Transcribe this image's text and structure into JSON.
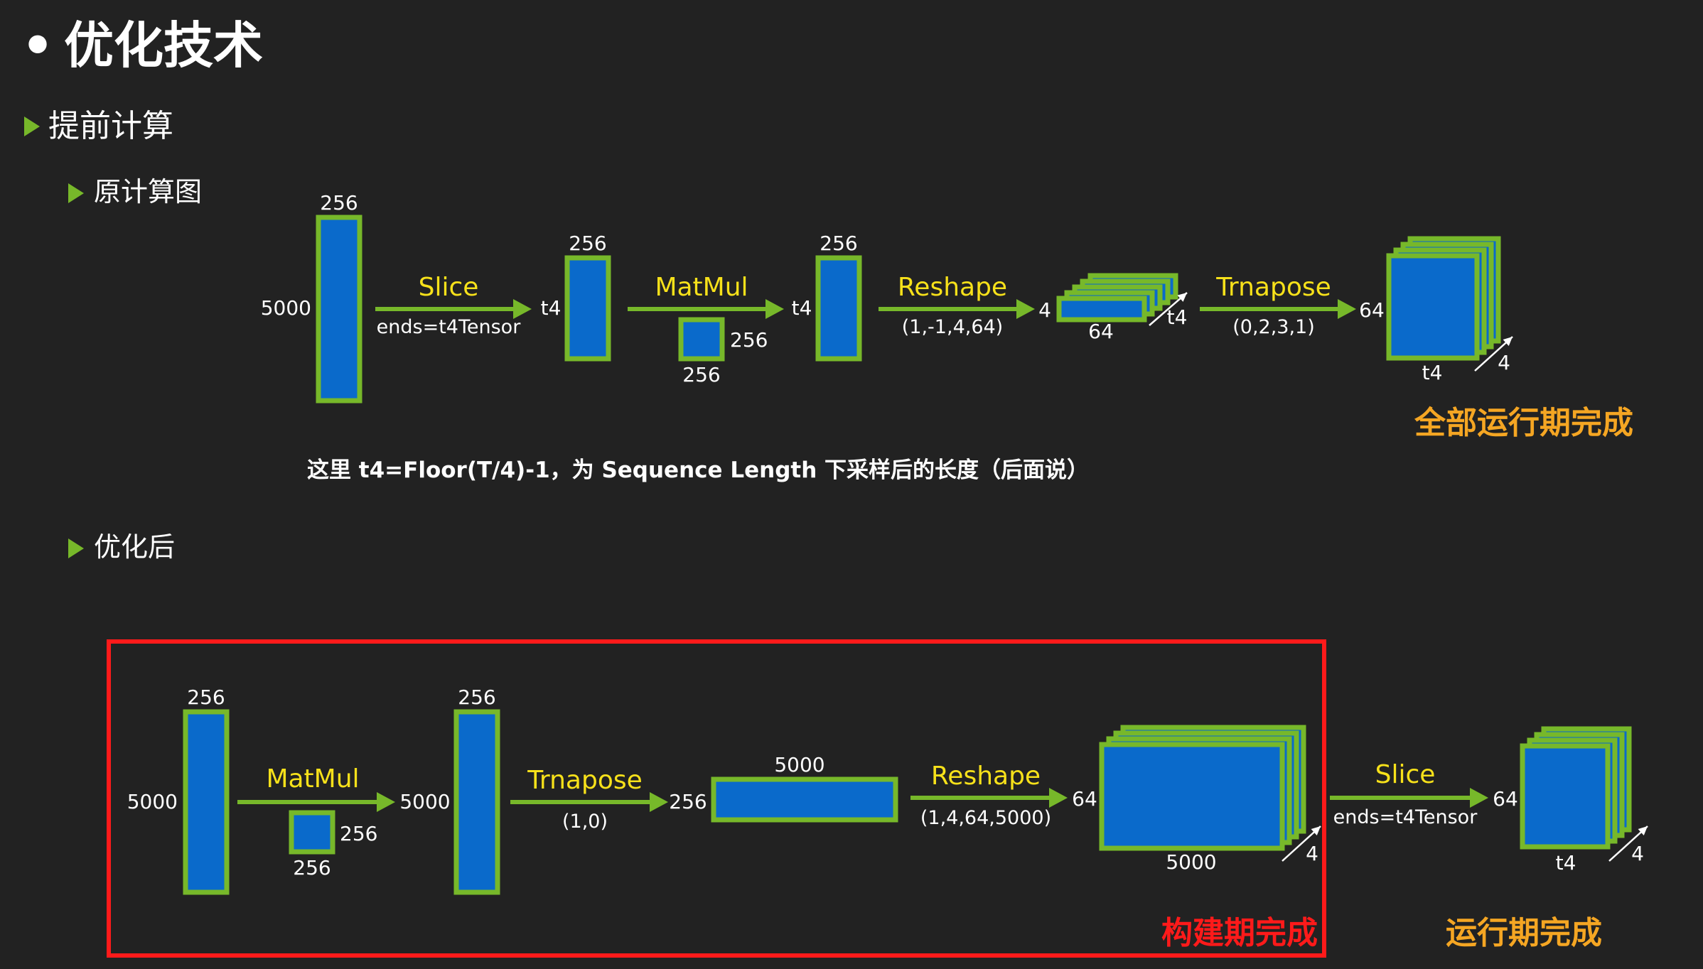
{
  "title": "优化技术",
  "section": "提前计算",
  "sub_original": "原计算图",
  "sub_optimized": "优化后",
  "note": "这里 t4=Floor(T/4)-1，为 Sequence Length 下采样后的长度（后面说）",
  "stage_all_runtime": "全部运行期完成",
  "stage_build": "构建期完成",
  "stage_runtime": "运行期完成",
  "colors": {
    "background": "#222222",
    "arrow": "#77b82a",
    "block_fill": "#0a6acb",
    "block_border": "#77b82a",
    "op_label": "#f7e11a",
    "stage_label": "#f5a623",
    "red_box": "#ff1a1a"
  },
  "diagram": {
    "original": {
      "labels": {
        "in_w": "256",
        "in_h": "5000",
        "op1": "Slice",
        "op1_arg": "ends=t4Tensor",
        "t1_h": "t4",
        "t1_w": "256",
        "op2": "MatMul",
        "w_w": "256",
        "w_h": "256",
        "t2_h": "t4",
        "t2_w": "256",
        "op3": "Reshape",
        "op3_arg": "(1,-1,4,64)",
        "t3_a": "4",
        "t3_b": "64",
        "t3_c": "t4",
        "op4": "Trnapose",
        "op4_arg": "(0,2,3,1)",
        "out_a": "64",
        "out_b": "t4",
        "out_c": "4"
      }
    },
    "optimized": {
      "labels": {
        "in_w": "256",
        "in_h": "5000",
        "op1": "MatMul",
        "w_w": "256",
        "w_h": "256",
        "t1_h": "5000",
        "t1_w": "256",
        "op2": "Trnapose",
        "op2_arg": "(1,0)",
        "t2_h": "256",
        "t2_w": "5000",
        "op3": "Reshape",
        "op3_arg": "(1,4,64,5000)",
        "t3_a": "64",
        "t3_b": "5000",
        "t3_c": "4",
        "op4": "Slice",
        "op4_arg": "ends=t4Tensor",
        "out_a": "64",
        "out_b": "t4",
        "out_c": "4"
      }
    }
  }
}
